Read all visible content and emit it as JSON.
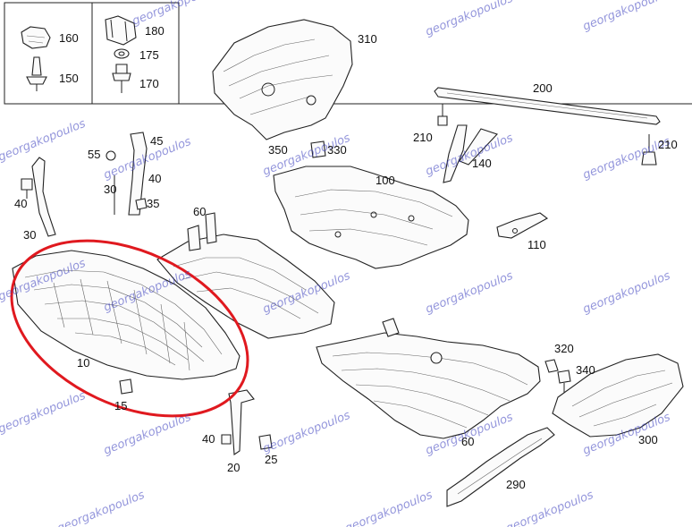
{
  "diagram": {
    "inset_labels": {
      "p160": "160",
      "p150": "150",
      "p180": "180",
      "p175": "175",
      "p170": "170"
    },
    "labels": {
      "p310": "310",
      "p200": "200",
      "p210a": "210",
      "p210b": "210",
      "p350": "350",
      "p330": "330",
      "p55": "55",
      "p45": "45",
      "p40a": "40",
      "p30a": "30",
      "p35": "35",
      "p40b": "40",
      "p30b": "30",
      "p100": "100",
      "p140": "140",
      "p60a": "60",
      "p110": "110",
      "p10": "10",
      "p15": "15",
      "p40c": "40",
      "p20": "20",
      "p25": "25",
      "p320": "320",
      "p340": "340",
      "p60b": "60",
      "p300": "300",
      "p290": "290"
    },
    "watermark_text": "georgakopoulos",
    "highlight_color": "#e0191f",
    "line_color": "#222222",
    "watermark_color": "#3b3fbf"
  }
}
